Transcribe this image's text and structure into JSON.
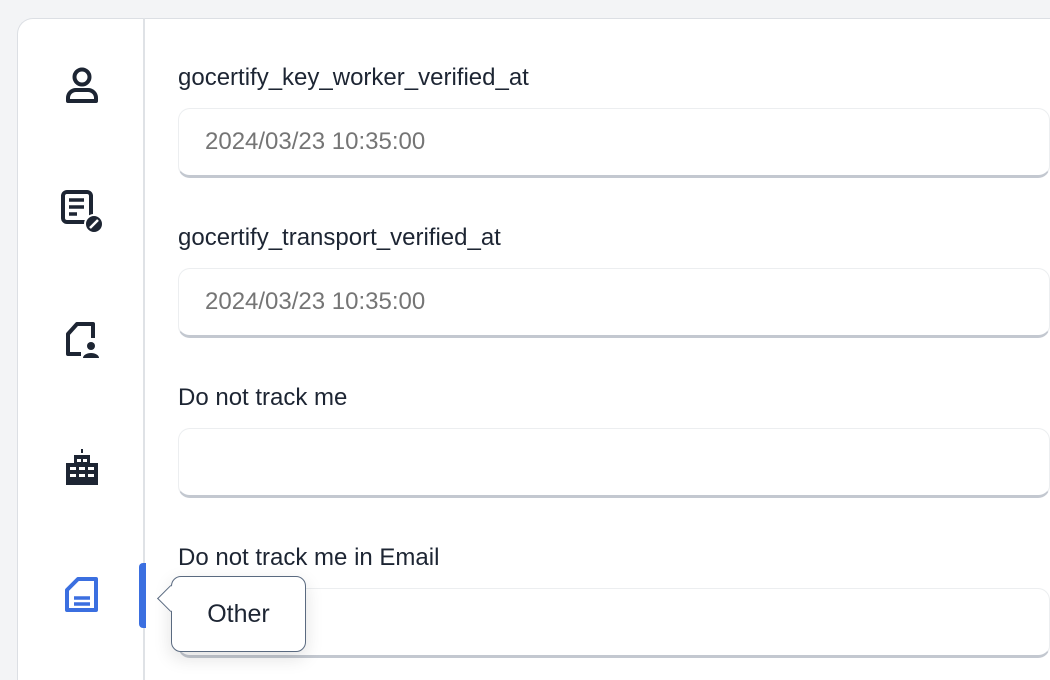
{
  "sidebar": {
    "items": [
      {
        "icon": "user-icon",
        "active": false
      },
      {
        "icon": "document-edit-icon",
        "active": false
      },
      {
        "icon": "document-person-icon",
        "active": false
      },
      {
        "icon": "building-icon",
        "active": false
      },
      {
        "icon": "document-icon",
        "active": true,
        "tooltip": "Other"
      }
    ],
    "accent_color": "#3b6fe0"
  },
  "fields": [
    {
      "label": "gocertify_key_worker_verified_at",
      "placeholder": "2024/03/23 10:35:00",
      "value": ""
    },
    {
      "label": "gocertify_transport_verified_at",
      "placeholder": "2024/03/23 10:35:00",
      "value": ""
    },
    {
      "label": "Do not track me",
      "placeholder": "",
      "value": ""
    },
    {
      "label": "Do not track me in Email",
      "placeholder": "",
      "value": ""
    }
  ]
}
